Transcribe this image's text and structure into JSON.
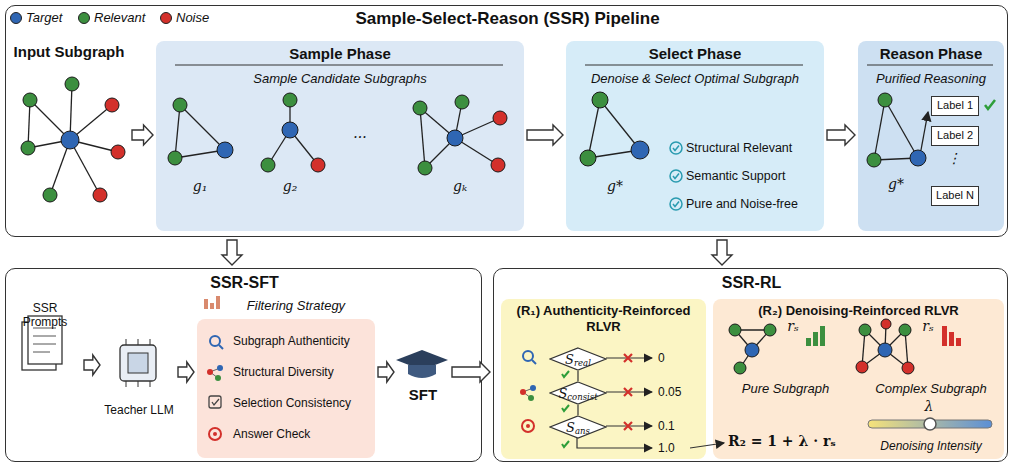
{
  "diagram": {
    "nodes": [
      {
        "text": [
          "Sample-Select-Reason (SSR) Pipeline"
        ]
      },
      {
        "text": [
          "Input Subgraph"
        ],
        "in": 0
      },
      {
        "text": [
          "Sample Phase",
          "Sample Candidate Subgraphs"
        ],
        "in": 0
      },
      {
        "text": [
          "Select Phase",
          "Denoise & Select Optimal Subgraph",
          "Structural Relevant",
          "Semantic Support",
          "Pure and Noise-free"
        ],
        "in": 0
      },
      {
        "text": [
          "Reason Phase",
          "Purified Reasoning"
        ],
        "in": 0
      },
      {
        "text": [
          "Label 1"
        ],
        "in": 4
      },
      {
        "text": [
          "Label 2"
        ],
        "in": 4
      },
      {
        "text": [
          "Label N"
        ],
        "in": 4
      },
      {
        "text": [
          "SSR-SFT"
        ]
      },
      {
        "text": [
          "SSR Prompts"
        ],
        "in": 8
      },
      {
        "text": [
          "Teacher LLM"
        ],
        "in": 8
      },
      {
        "text": [
          "Filtering Strategy",
          "Subgraph Authenticity",
          "Structural Diversity",
          "Selection Consistency",
          "Answer Check"
        ],
        "in": 8
      },
      {
        "text": [
          "SFT"
        ],
        "in": 8
      },
      {
        "text": [
          "SSR-RL"
        ]
      },
      {
        "text": [
          "(R₁) Authenticity-Reinforced RLVR"
        ],
        "in": 13
      },
      {
        "text": [
          "S",
          "real"
        ],
        "in": 14
      },
      {
        "text": [
          "S",
          "consist"
        ],
        "in": 14
      },
      {
        "text": [
          "S",
          "ans"
        ],
        "in": 14
      },
      {
        "text": [
          "(R₂) Denoising-Reinforced RLVR",
          "Pure Subgraph",
          "Complex Subgraph",
          "Denoising Intensity"
        ],
        "in": 13
      }
    ],
    "edges": [
      {
        "from": 1,
        "to": 2,
        "arrow": "to"
      },
      {
        "from": 2,
        "to": 3,
        "arrow": "to"
      },
      {
        "from": 3,
        "to": 4,
        "arrow": "to"
      },
      {
        "from": 0,
        "to": 8,
        "arrow": "to"
      },
      {
        "from": 0,
        "to": 13,
        "arrow": "to"
      },
      {
        "from": 9,
        "to": 10,
        "arrow": "to"
      },
      {
        "from": 10,
        "to": 11,
        "arrow": "to"
      },
      {
        "from": 11,
        "to": 12,
        "arrow": "to"
      },
      {
        "from": 12,
        "to": 13,
        "arrow": "to"
      },
      {
        "from": 15,
        "to": 16,
        "arrow": "none"
      },
      {
        "from": 16,
        "to": 17,
        "arrow": "none"
      }
    ],
    "labels": [
      "g₁",
      "g₂",
      "...",
      "gₖ",
      "g*",
      "g*",
      "⋮",
      "0",
      "0.05",
      "0.1",
      "1.0",
      "rₛ",
      "rₛ",
      "R₂ = 1 + λ · rₛ",
      "λ"
    ],
    "legend": [
      {
        "text": "Target",
        "color": "#2f66b3"
      },
      {
        "text": "Relevant",
        "color": "#3c8f3f"
      },
      {
        "text": "Noise",
        "color": "#d3302b"
      }
    ]
  }
}
